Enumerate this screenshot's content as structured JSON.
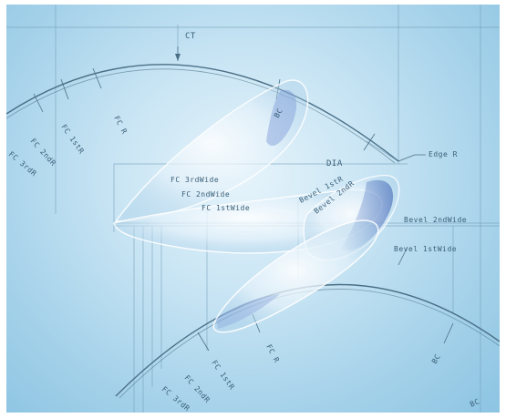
{
  "labels": {
    "ct": "CT",
    "dia": "DIA",
    "edge_r": "Edge R",
    "bevel_2nd_wide": "Bevel 2ndWide",
    "bevel_1st_wide": "Bevel 1stWide",
    "fc_3rd_wide": "FC 3rdWide",
    "fc_2nd_wide": "FC 2ndWide",
    "fc_1st_wide": "FC 1stWide",
    "fc_r_top": "FC R",
    "fc_1st_r_top": "FC 1stR",
    "fc_2nd_r_top": "FC 2ndR",
    "fc_3rd_r_top": "FC 3rdR",
    "bc_top": "BC",
    "bevel_1st_r": "Bevel 1stR",
    "bevel_2nd_r": "Bevel 2ndR",
    "fc_r_bottom": "FC R",
    "fc_1st_r_bottom": "FC 1stR",
    "fc_2nd_r_bottom": "FC 2ndR",
    "fc_3rd_r_bottom": "FC 3rdR",
    "bc_right": "BC",
    "bc_bottom": "BC"
  },
  "colors": {
    "background_center": "#e6f4fb",
    "background_edge": "#8cc4e2",
    "line": "#4a6f86",
    "label": "#3a5f78"
  }
}
